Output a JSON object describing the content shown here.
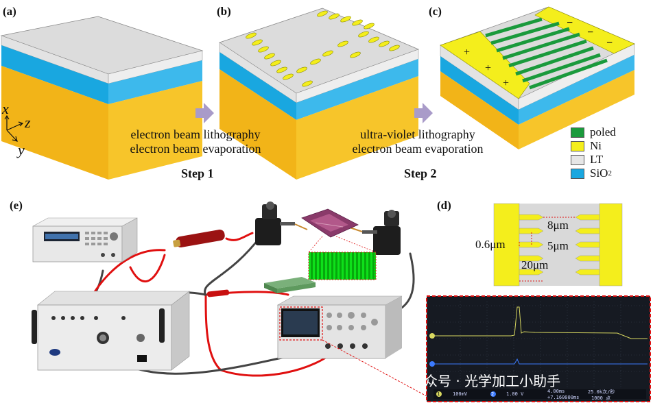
{
  "panels": {
    "a": "(a)",
    "b": "(b)",
    "c": "(c)",
    "d": "(d)",
    "e": "(e)"
  },
  "axes": {
    "x": "x",
    "z": "z",
    "y": "y"
  },
  "step1": {
    "line1": "electron beam lithography",
    "line2": "electron beam evaporation",
    "label": "Step 1"
  },
  "step2": {
    "line1": "ultra-violet lithography",
    "line2": "electron beam evaporation",
    "label": "Step 2"
  },
  "legend": [
    {
      "label": "poled",
      "color": "#1a9a3c"
    },
    {
      "label": "Ni",
      "color": "#f4ee1c"
    },
    {
      "label": "LT",
      "color": "#e6e6e6"
    },
    {
      "label": "SiO",
      "sub": "2",
      "color": "#19a7e0"
    }
  ],
  "detail": {
    "gap": "8μm",
    "width": "0.6μm",
    "pitch": "5μm",
    "length": "20μm"
  },
  "signs": {
    "plus": "+",
    "minus": "−"
  },
  "oscilloscope": {
    "ch1": "100mV",
    "ch2": "1.00 V",
    "time": "4.00ms",
    "rate": "25.0k次/秒",
    "points": "1000 点",
    "trigger": "+7.160000ms",
    "ch1_tag": "1",
    "ch2_tag": "2"
  },
  "watermark": "公众号 · 光学加工小助手",
  "colors": {
    "substrate": "#f2b418",
    "silica": "#19a7e0",
    "lt": "#e6e6e6",
    "ni": "#f4ee1c",
    "poled": "#1a9a3c",
    "arrow": "#a99bc9",
    "cable": "#e01010",
    "scope_bg": "#161a22"
  }
}
